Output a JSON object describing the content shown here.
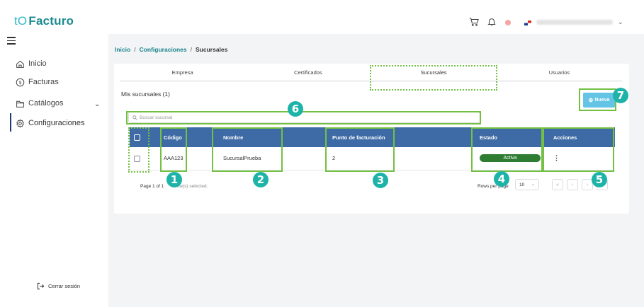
{
  "app": {
    "logo_prefix": "tO",
    "logo_name": "Facturo"
  },
  "header": {
    "icons": [
      "cart-icon",
      "bell-icon",
      "avatar-icon",
      "flag-icon",
      "chevron-down-icon"
    ],
    "user_caret": "⌄"
  },
  "sidebar": {
    "items": [
      {
        "label": "Inicio",
        "icon": "home-icon"
      },
      {
        "label": "Facturas",
        "icon": "dollar-circle-icon"
      },
      {
        "label": "Catálogos",
        "icon": "folder-icon"
      },
      {
        "label": "Configuraciones",
        "icon": "gear-icon"
      }
    ],
    "logout_label": "Cerrar sesión"
  },
  "breadcrumb": {
    "items": [
      "Inicio",
      "Configuraciones",
      "Sucursales"
    ],
    "separator": "/"
  },
  "tabs": [
    "Empresa",
    "Certificados",
    "Sucursales",
    "Usuarios"
  ],
  "branches": {
    "title": "Mis sucursales (1)",
    "new_button": "Nueva",
    "search_placeholder": "Buscar sucursal",
    "columns": [
      "Código",
      "Nombre",
      "Punto de facturación",
      "Estado",
      "Acciones"
    ],
    "rows": [
      {
        "code": "AAA123",
        "name": "SucursalPrueba",
        "billing_point": "2",
        "status": "Activa",
        "actions": "⋮"
      }
    ],
    "pager": {
      "page_text": "Page 1 of 1",
      "selected_text": "row(s) selected.",
      "rows_per_page_label": "Rows per page",
      "rows_per_page_value": "10"
    }
  },
  "annotations": [
    "1",
    "2",
    "3",
    "4",
    "5",
    "6",
    "7"
  ],
  "colors": {
    "accent": "#17838a",
    "table_header": "#3e6ba5",
    "status_active": "#2e7d32",
    "annotation": "#74c043",
    "marker": "#1eb3a8",
    "new_button": "#63c4e5"
  }
}
